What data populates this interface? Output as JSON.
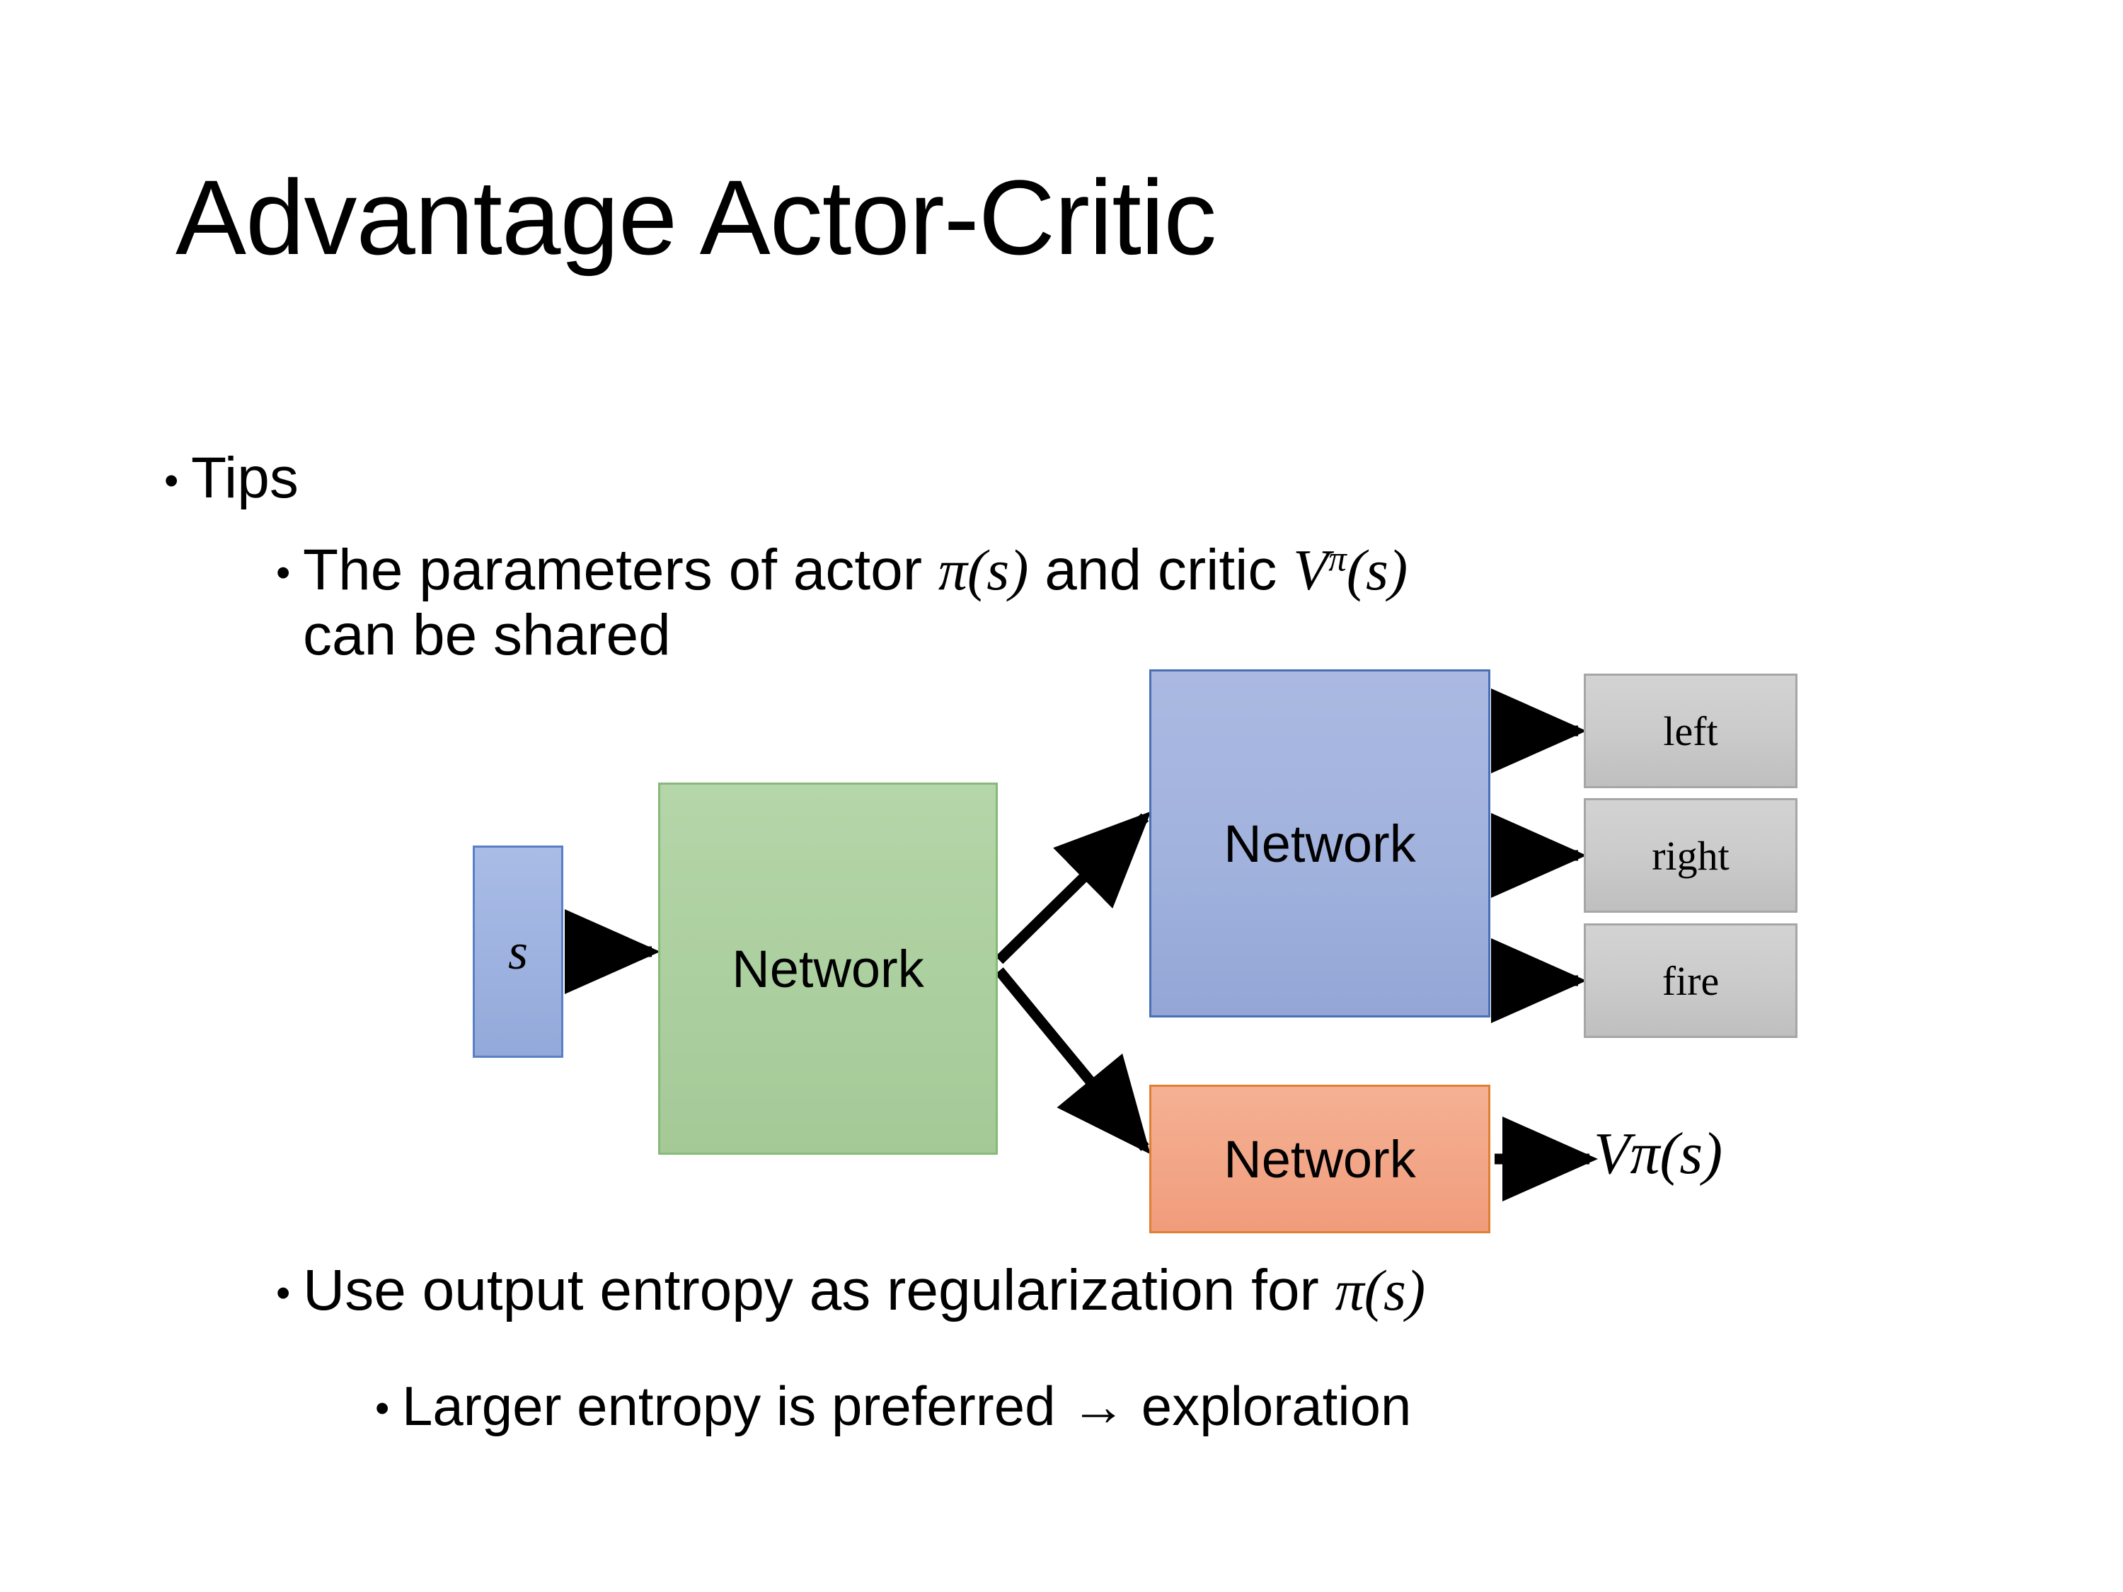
{
  "slide": {
    "title": "Advantage Actor-Critic",
    "background_color": "#FFFFFF",
    "text_color": "#000000"
  },
  "bullets": {
    "tips": {
      "marker": "•",
      "text": "Tips"
    },
    "parameters_shared": {
      "marker": "•",
      "text_before_pi": "The parameters of actor ",
      "pi_of_s": "π(s)",
      "text_middle": "  and critic ",
      "v_symbol": "V",
      "v_superscript": "π",
      "v_arg": "(s)",
      "text_after": "can be shared",
      "full_text": "The parameters of actor π(s)  and critic Vπ(s) can be shared"
    },
    "entropy_regularization": {
      "marker": "•",
      "text_before_pi": "Use output entropy as regularization for ",
      "pi_of_s": "π(s)",
      "full_text": "Use output entropy as regularization for π(s)"
    },
    "larger_entropy": {
      "marker": "•",
      "text": "Larger entropy is preferred → exploration"
    }
  },
  "diagram": {
    "input_node": {
      "label": "s",
      "fill_color": "#9DB2E0",
      "border_color": "#5A7FC4"
    },
    "shared_network": {
      "label": "Network",
      "fill_color": "#ACCF9F",
      "border_color": "#86B97A"
    },
    "actor_network": {
      "label": "Network",
      "fill_color": "#A1B2DD",
      "border_color": "#4A6FB5"
    },
    "critic_network": {
      "label": "Network",
      "fill_color": "#F2A687",
      "border_color": "#E07F33"
    },
    "action_outputs": [
      {
        "label": "left",
        "fill_color": "#CBCBCB",
        "border_color": "#A6A6A6"
      },
      {
        "label": "right",
        "fill_color": "#CBCBCB",
        "border_color": "#A6A6A6"
      },
      {
        "label": "fire",
        "fill_color": "#CBCBCB",
        "border_color": "#A6A6A6"
      }
    ],
    "critic_output": {
      "symbol": "V",
      "superscript": "π",
      "argument": "(s)",
      "full_text": "Vπ(s)"
    },
    "arrow_color": "#000000"
  }
}
